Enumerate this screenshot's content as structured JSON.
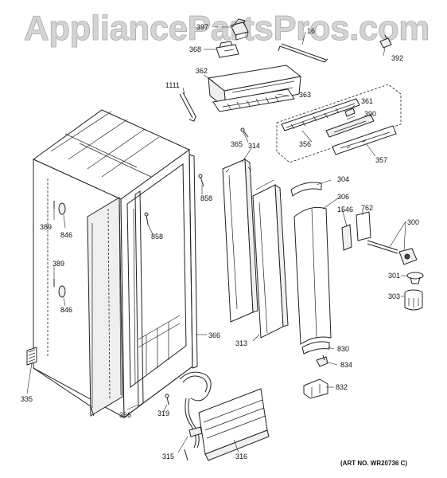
{
  "watermark": "AppliancePartsPros.com",
  "art_number": "(ART NO. WR20736 C)",
  "colors": {
    "line": "#222222",
    "watermark_fill": "#d4d4d4",
    "background": "#ffffff"
  },
  "parts": [
    {
      "id": "p397",
      "label": "397"
    },
    {
      "id": "p368",
      "label": "368"
    },
    {
      "id": "p16",
      "label": "16"
    },
    {
      "id": "p392",
      "label": "392"
    },
    {
      "id": "p1111",
      "label": "1111"
    },
    {
      "id": "p362",
      "label": "362"
    },
    {
      "id": "p363",
      "label": "363"
    },
    {
      "id": "p361",
      "label": "361"
    },
    {
      "id": "p390",
      "label": "390"
    },
    {
      "id": "p356",
      "label": "356"
    },
    {
      "id": "p357",
      "label": "357"
    },
    {
      "id": "p365",
      "label": "365"
    },
    {
      "id": "p314",
      "label": "314"
    },
    {
      "id": "p858a",
      "label": "858"
    },
    {
      "id": "p304",
      "label": "304"
    },
    {
      "id": "p306",
      "label": "306"
    },
    {
      "id": "p1546",
      "label": "1546"
    },
    {
      "id": "p762",
      "label": "762"
    },
    {
      "id": "p300",
      "label": "300"
    },
    {
      "id": "p389a",
      "label": "389"
    },
    {
      "id": "p846a",
      "label": "846"
    },
    {
      "id": "p858b",
      "label": "858"
    },
    {
      "id": "p389b",
      "label": "389"
    },
    {
      "id": "p846b",
      "label": "846"
    },
    {
      "id": "p301",
      "label": "301"
    },
    {
      "id": "p303",
      "label": "303"
    },
    {
      "id": "p366a",
      "label": "366"
    },
    {
      "id": "p313",
      "label": "313"
    },
    {
      "id": "p830",
      "label": "830"
    },
    {
      "id": "p834",
      "label": "834"
    },
    {
      "id": "p832",
      "label": "832"
    },
    {
      "id": "p335",
      "label": "335"
    },
    {
      "id": "p366b",
      "label": "366"
    },
    {
      "id": "p319",
      "label": "319"
    },
    {
      "id": "p315",
      "label": "315"
    },
    {
      "id": "p316",
      "label": "316"
    }
  ]
}
